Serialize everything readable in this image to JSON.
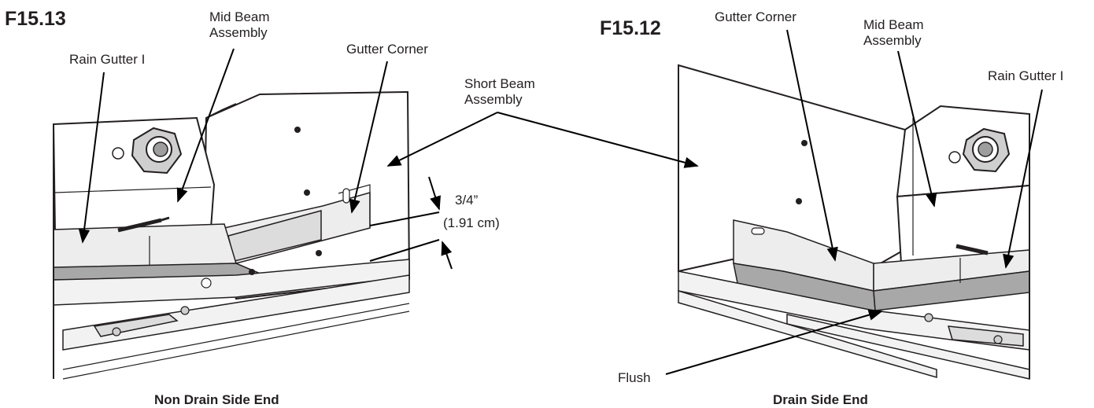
{
  "colors": {
    "line": "#231f20",
    "dark_fill": "#a8a8a8",
    "mid_fill": "#dcdcdc",
    "light_fill": "#ededed"
  },
  "left_figure": {
    "id": "F15.13",
    "caption": "Non Drain Side End",
    "labels": {
      "mid_beam_line1": "Mid Beam",
      "mid_beam_line2": "Assembly",
      "rain_gutter": "Rain Gutter I",
      "gutter_corner": "Gutter Corner"
    },
    "dimension": {
      "imperial": "3/4”",
      "metric": "(1.91 cm)"
    }
  },
  "shared": {
    "short_beam_line1": "Short Beam",
    "short_beam_line2": "Assembly"
  },
  "right_figure": {
    "id": "F15.12",
    "caption": "Drain Side End",
    "labels": {
      "gutter_corner": "Gutter Corner",
      "mid_beam_line1": "Mid Beam",
      "mid_beam_line2": "Assembly",
      "rain_gutter": "Rain Gutter I",
      "flush": "Flush"
    }
  }
}
